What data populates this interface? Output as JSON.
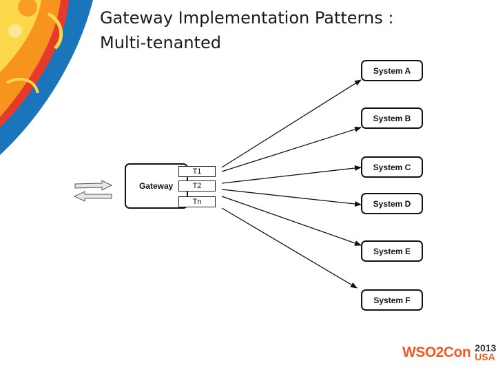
{
  "slide": {
    "title_line1": "Gateway Implementation Patterns :",
    "title_line2": "Multi-tenanted"
  },
  "diagram": {
    "gateway_label": "Gateway",
    "tenants": [
      "T1",
      "T2",
      "Tn"
    ],
    "systems": [
      "System A",
      "System B",
      "System C",
      "System D",
      "System E",
      "System F"
    ]
  },
  "logo": {
    "text": "WSO2Con",
    "year": "2013",
    "country": "USA"
  },
  "colors": {
    "accent": "#f15a24",
    "deco_red": "#e63b2a",
    "deco_orange": "#f7941d",
    "deco_yellow": "#fbd84a",
    "deco_blue": "#1b75bb"
  }
}
